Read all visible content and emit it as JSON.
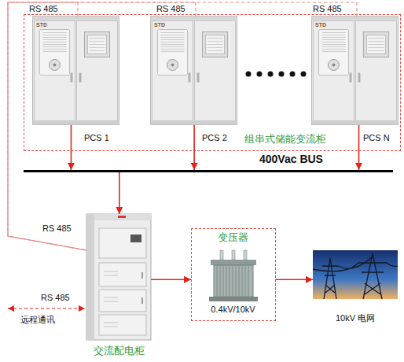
{
  "diagram": {
    "nodes": [
      {
        "text": [
          "组串式储能变流柜"
        ]
      },
      {
        "text": [
          "STD",
          "PCS 1"
        ],
        "in": 0
      },
      {
        "text": [
          "STD",
          "PCS 2"
        ],
        "in": 0
      },
      {
        "text": [
          "STD",
          "PCS N"
        ],
        "in": 0
      },
      {
        "text": [
          "400Vac BUS"
        ]
      },
      {
        "text": [
          "交流配电柜"
        ]
      },
      {
        "text": [
          "变压器",
          "0.4kV/10kV"
        ]
      },
      {
        "text": [
          "10kV 电网"
        ]
      }
    ],
    "edges": [
      {
        "from": 1,
        "to": 5,
        "arrow": "none",
        "label": "RS 485"
      },
      {
        "from": 2,
        "to": 5,
        "arrow": "none",
        "label": "RS 485"
      },
      {
        "from": 3,
        "to": 5,
        "arrow": "none",
        "label": "RS 485"
      },
      {
        "from": 1,
        "to": 4,
        "arrow": "to"
      },
      {
        "from": 2,
        "to": 4,
        "arrow": "to"
      },
      {
        "from": 3,
        "to": 4,
        "arrow": "to"
      },
      {
        "from": 4,
        "to": 5,
        "arrow": "to"
      },
      {
        "from": 5,
        "to": 6,
        "arrow": "to"
      },
      {
        "from": 6,
        "to": 7,
        "arrow": "to"
      }
    ],
    "labels": [
      "RS 485",
      "RS 485",
      "远程通讯"
    ]
  }
}
